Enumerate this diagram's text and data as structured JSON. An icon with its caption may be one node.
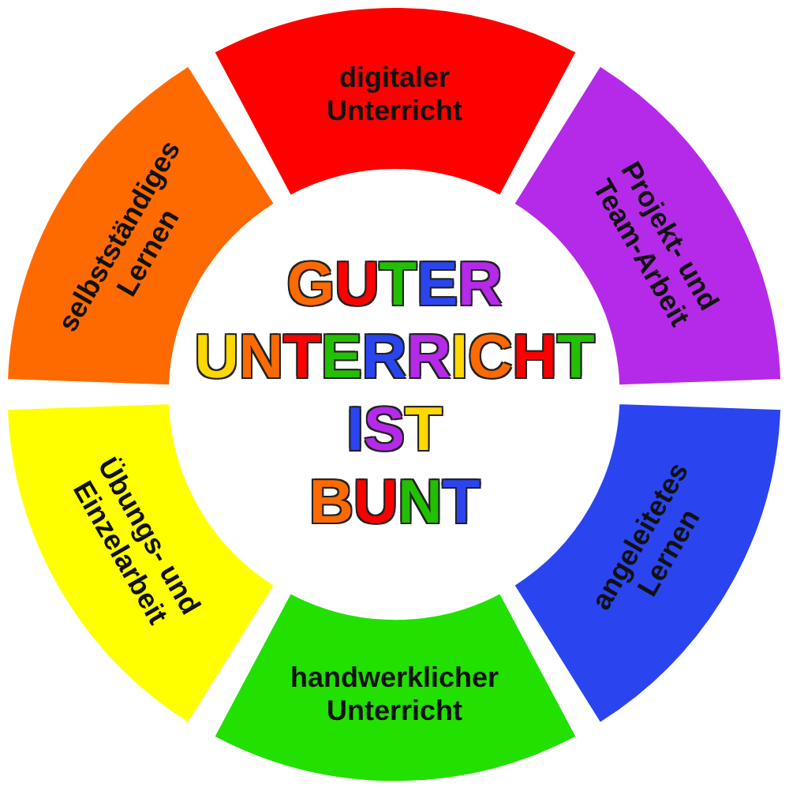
{
  "diagram": {
    "title": "GUTER UNTERRICHT IST BUNT",
    "nodes": [
      {
        "text": [
          "digitaler Unterricht"
        ]
      },
      {
        "text": [
          "Projekt- und Team-Arbeit"
        ]
      },
      {
        "text": [
          "angeleitetes Lernen"
        ]
      },
      {
        "text": [
          "handwerklicher Unterricht"
        ]
      },
      {
        "text": [
          "Übungs- und Einzelarbeit"
        ]
      },
      {
        "text": [
          "selbstständiges Lernen"
        ]
      }
    ]
  }
}
